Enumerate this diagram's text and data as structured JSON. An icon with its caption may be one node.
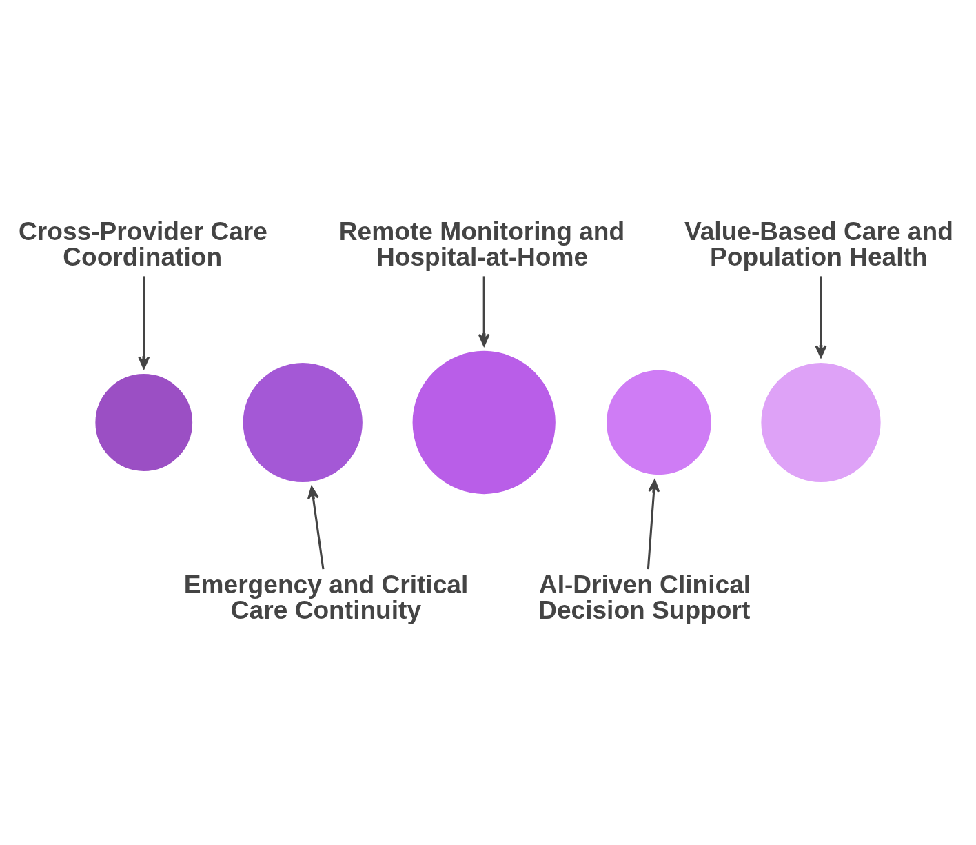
{
  "diagram": {
    "nodes": [
      {
        "text": [
          "Cross-Provider Care Coordination"
        ]
      },
      {
        "text": [
          "Remote Monitoring and Hospital-at-Home"
        ]
      },
      {
        "text": [
          "Value-Based Care and Population Health"
        ]
      },
      {
        "text": [],
        "shape": "gear"
      },
      {
        "text": [],
        "shape": "gear"
      },
      {
        "text": [],
        "shape": "gear"
      },
      {
        "text": [],
        "shape": "gear"
      },
      {
        "text": [],
        "shape": "gear"
      },
      {
        "text": [
          "Emergency and Critical Care Continuity"
        ]
      },
      {
        "text": [
          "AI-Driven Clinical Decision Support"
        ]
      }
    ],
    "edges": [
      {
        "from": 0,
        "to": 3,
        "arrow": "to"
      },
      {
        "from": 1,
        "to": 5,
        "arrow": "to"
      },
      {
        "from": 2,
        "to": 7,
        "arrow": "to"
      },
      {
        "from": 8,
        "to": 4,
        "arrow": "to"
      },
      {
        "from": 9,
        "to": 6,
        "arrow": "to"
      }
    ]
  }
}
